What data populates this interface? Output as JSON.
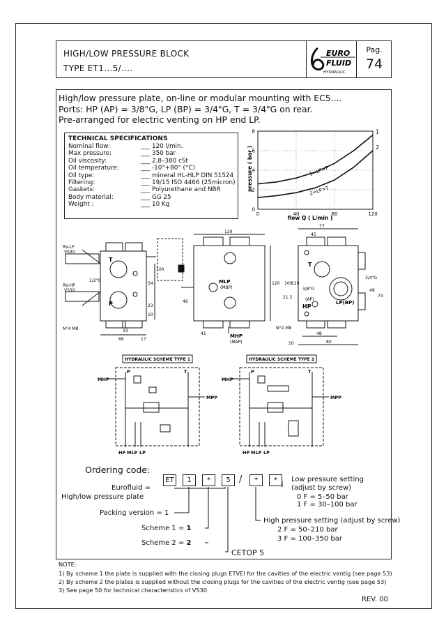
{
  "header": {
    "title_line1": "HIGH/LOW PRESSURE BLOCK",
    "title_line2": "TYPE ET1...5/....",
    "logo_line1": "EURO",
    "logo_line2": "FLUID",
    "logo_line3": "HYDRAULIC",
    "page_label": "Pag.",
    "page_number": "74"
  },
  "intro": {
    "line1": "High/low pressure plate, on-line or modular mounting with EC5....",
    "line2": "Ports: HP (AP) = 3/8\"G, LP (BP) = 3/4\"G, T = 3/4\"G on rear.",
    "line3": "Pre-arranged for electric venting on HP end LP."
  },
  "specs": {
    "title": "TECHNICAL SPECIFICATIONS",
    "rows": [
      {
        "key": "Nominal flow:",
        "value": "___ 120 l/min."
      },
      {
        "key": "Max pressure:",
        "value": "___ 350 bar"
      },
      {
        "key": "Oil viscosity:",
        "value": "___ 2,8–380 cSt"
      },
      {
        "key": "Oil temperature:",
        "value": "___ -10°+80° (°C)"
      },
      {
        "key": "Oil type:",
        "value": "___ mineral HL-HLP DIN 51524"
      },
      {
        "key": "Filtering:",
        "value": "___ 19/15 ISO 4466 (25micron)"
      },
      {
        "key": "Gaskets:",
        "value": "___ Polyurethane and NBR"
      },
      {
        "key": "Body material:",
        "value": "___ GG 25"
      },
      {
        "key": "Weight :",
        "value": "___ 10 Kg"
      }
    ]
  },
  "chart_data": {
    "type": "line",
    "title": "",
    "xlabel": "flow Q  ( L/min )",
    "ylabel": "pressure ( bar )",
    "xlim": [
      0,
      120
    ],
    "ylim": [
      0,
      8
    ],
    "xticks": [
      0,
      40,
      80,
      120
    ],
    "yticks": [
      0,
      2,
      4,
      6,
      8
    ],
    "grid": true,
    "series": [
      {
        "name": "1",
        "annotation": "1=LP>P",
        "x": [
          0,
          20,
          40,
          60,
          80,
          100,
          120
        ],
        "y": [
          2.6,
          2.8,
          3.2,
          3.8,
          4.7,
          6.0,
          7.6
        ]
      },
      {
        "name": "2",
        "annotation": "2=LP>T",
        "x": [
          0,
          20,
          40,
          60,
          80,
          100,
          120
        ],
        "y": [
          1.2,
          1.4,
          1.7,
          2.2,
          3.0,
          4.3,
          6.0
        ]
      }
    ]
  },
  "drawing": {
    "left": {
      "rvlp": "RV-LP",
      "vs1": "VS30",
      "rvhp": "RV-HP",
      "vs2": "VS30",
      "t": "T",
      "p": "P",
      "g": "1/2\"G",
      "d54": "54",
      "d100": "100",
      "d23": "23",
      "d10": "10",
      "d33": "33",
      "d66": "66",
      "d17": "17",
      "m8": "N°4 M8"
    },
    "mid": {
      "d120": "120",
      "mlp": "MLP",
      "mbp": "(MBP)",
      "d49": "49",
      "d41": "41",
      "mhp": "MHP",
      "map": "(MAP)"
    },
    "right": {
      "d77": "77",
      "d45": "45",
      "t": "T",
      "d100": "100",
      "d120": "120",
      "d215": "21.5",
      "g38": "3/8\"G",
      "ap": "(AP)",
      "hp": "HP",
      "lp": "LP(BP)",
      "g34": "3/4\"G",
      "d49": "49",
      "d74": "74",
      "m8": "N°4 M8",
      "d10": "10",
      "d80": "80",
      "d48": "48"
    }
  },
  "schemes": [
    {
      "title": "HYDRAULIC SCHEME TYPE 1",
      "mhp": "MHP",
      "mpp": "MPP",
      "p": "P",
      "t": "T",
      "hp": "HP",
      "mlp": "MLP",
      "lp": "LP"
    },
    {
      "title": "HYDRAULIC SCHEME TYPE 2",
      "mhp": "MHP",
      "mpp": "MPP",
      "p": "P",
      "t": "T",
      "hp": "HP",
      "mlp": "MLP",
      "lp": "LP"
    }
  ],
  "ordering": {
    "title": "Ordering code:",
    "boxes": [
      "ET",
      "1",
      "*",
      "5",
      "*",
      "*"
    ],
    "slash": "/",
    "eurofluid": "Eurofluid =",
    "plate": "High/low pressure plate",
    "packing": "Packing version = 1",
    "scheme1": "Scheme 1 = ",
    "scheme1_val": "1",
    "scheme2": "Scheme 2 = ",
    "scheme2_val": "2",
    "cetop": "CETOP 5",
    "low_title": "Low pressure setting",
    "low_sub": "(adjust by screw)",
    "low_opts": [
      "0 F = 5–50 bar",
      "1 F = 30–100 bar"
    ],
    "high_title": "High pressure setting (adjust by screw)",
    "high_opts": [
      "2 F = 50–210 bar",
      "3 F = 100–350 bar"
    ]
  },
  "notes": {
    "title": "NOTE:",
    "items": [
      "1) By scheme 1 the plate is supplied with the closing plugs ETVEI for the cavities of the electric ventig (see page 53)",
      "2) By scheme 2 the plates is supplied without the closing plugs for the cavities of the electric ventig (see page 53)",
      "3) See page 50 for technical characteristics of VS30"
    ]
  },
  "revision": "REV. 00"
}
